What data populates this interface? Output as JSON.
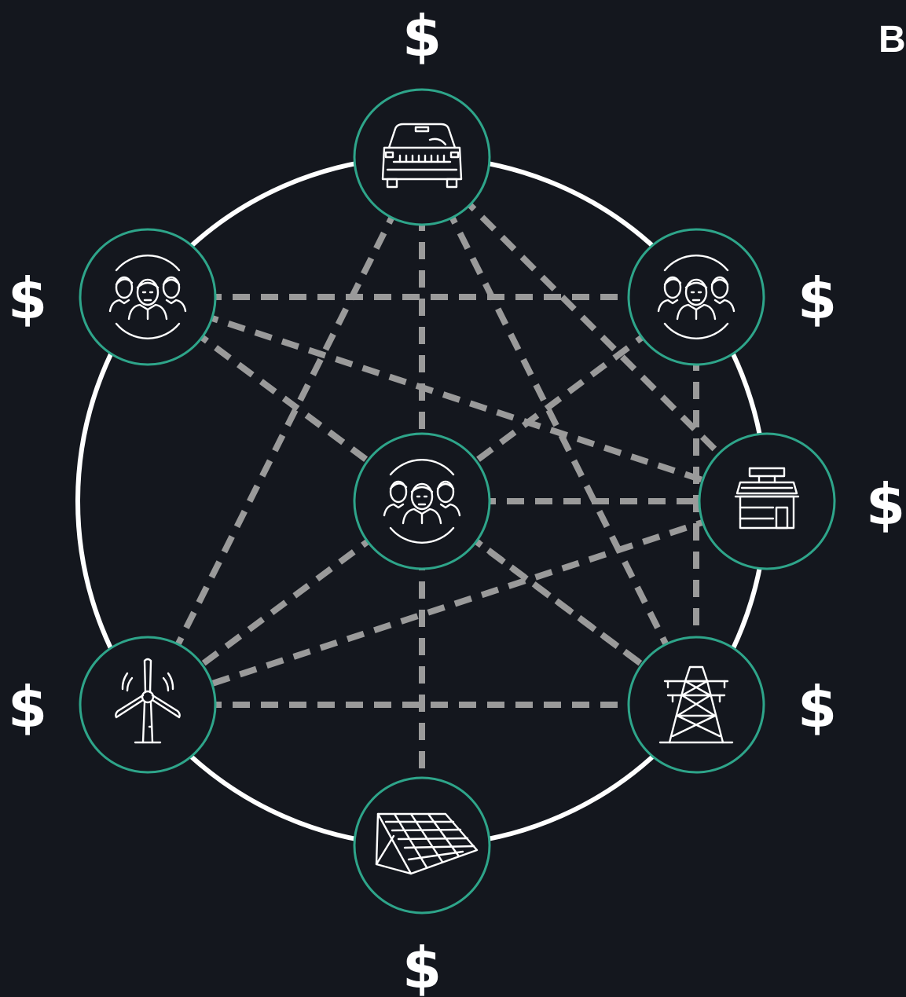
{
  "corner_text": "B",
  "currency_symbol": "$",
  "colors": {
    "background": "#14171e",
    "ring": "#ffffff",
    "node_border": "#2ea58a",
    "node_fill": "#14171e",
    "connector": "#9a9a9a",
    "icon": "#ffffff",
    "text": "#ffffff"
  },
  "nodes": [
    {
      "id": "top",
      "icon": "car-icon",
      "has_currency": true
    },
    {
      "id": "upper-left",
      "icon": "community-icon",
      "has_currency": true
    },
    {
      "id": "upper-right",
      "icon": "community-icon",
      "has_currency": true
    },
    {
      "id": "right",
      "icon": "shop-icon",
      "has_currency": true
    },
    {
      "id": "lower-right",
      "icon": "power-pylon-icon",
      "has_currency": true
    },
    {
      "id": "bottom",
      "icon": "solar-panel-icon",
      "has_currency": true
    },
    {
      "id": "lower-left",
      "icon": "wind-turbine-icon",
      "has_currency": true
    },
    {
      "id": "center",
      "icon": "community-icon",
      "has_currency": false
    }
  ],
  "connections": [
    [
      "upper-left",
      "upper-right"
    ],
    [
      "upper-left",
      "center"
    ],
    [
      "upper-left",
      "right"
    ],
    [
      "upper-left",
      "lower-right"
    ],
    [
      "top",
      "center"
    ],
    [
      "top",
      "bottom"
    ],
    [
      "top",
      "lower-left"
    ],
    [
      "top",
      "right"
    ],
    [
      "top",
      "lower-right"
    ],
    [
      "upper-right",
      "lower-right"
    ],
    [
      "upper-right",
      "center"
    ],
    [
      "center",
      "right"
    ],
    [
      "center",
      "lower-left"
    ],
    [
      "center",
      "lower-right"
    ],
    [
      "right",
      "lower-left"
    ],
    [
      "lower-left",
      "lower-right"
    ]
  ]
}
